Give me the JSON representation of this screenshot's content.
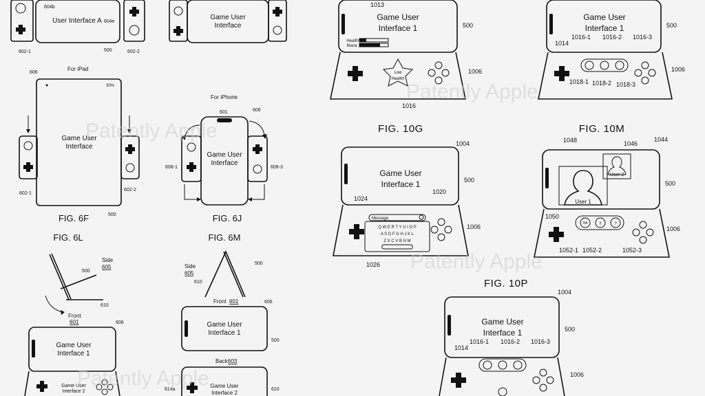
{
  "labels": {
    "ui_a": "User Interface A",
    "gui": "Game User Interface",
    "gui_game": "Game User",
    "gui_interface": "Interface",
    "gui_interface_1": "Interface 1",
    "gui_interface_2": "Interface 2",
    "user_1": "User 1",
    "user_2": "User 2",
    "health": "Health",
    "mana": "Mana",
    "low_health_1": "Low",
    "low_health_2": "Health!",
    "message": "Message",
    "for_ipad": "For iPad",
    "for_iphone": "For iPhone",
    "side": "Side",
    "front": "Front",
    "back": "Back"
  },
  "figures": {
    "f6f": "FIG. 6F",
    "f6j": "FIG. 6J",
    "f6l": "FIG. 6L",
    "f6m": "FIG. 6M",
    "f10g": "FIG. 10G",
    "f10m": "FIG. 10M",
    "f10p": "FIG. 10P"
  },
  "refs": {
    "r604b": "604b",
    "r604e": "604e",
    "r602_1": "602-1",
    "r602_2": "602-2",
    "r500": "500",
    "r606": "606",
    "r601": "601",
    "r608_1": "608-1",
    "r608_3": "608-3",
    "r605": "605",
    "r610": "610",
    "r603": "603",
    "r614a": "614a",
    "r1013": "1013",
    "r1006": "1006",
    "r1016": "1016",
    "r1014": "1014",
    "r1016_1": "1016-1",
    "r1016_2": "1016-2",
    "r1016_3": "1016-3",
    "r1018_1": "1018-1",
    "r1018_2": "1018-2",
    "r1018_3": "1018-3",
    "r1004": "1004",
    "r1020": "1020",
    "r1024": "1024",
    "r1026": "1026",
    "r1048": "1048",
    "r1046": "1046",
    "r1044": "1044",
    "r1050": "1050",
    "r1052_1": "1052-1",
    "r1052_2": "1052-2",
    "r1052_3": "1052-3"
  },
  "keyboard": {
    "row1": "Q W E R T Y U I O P",
    "row2": "A S D F G H J K L",
    "row3": "Z X C V B N M"
  },
  "watermark": "Patently Apple"
}
